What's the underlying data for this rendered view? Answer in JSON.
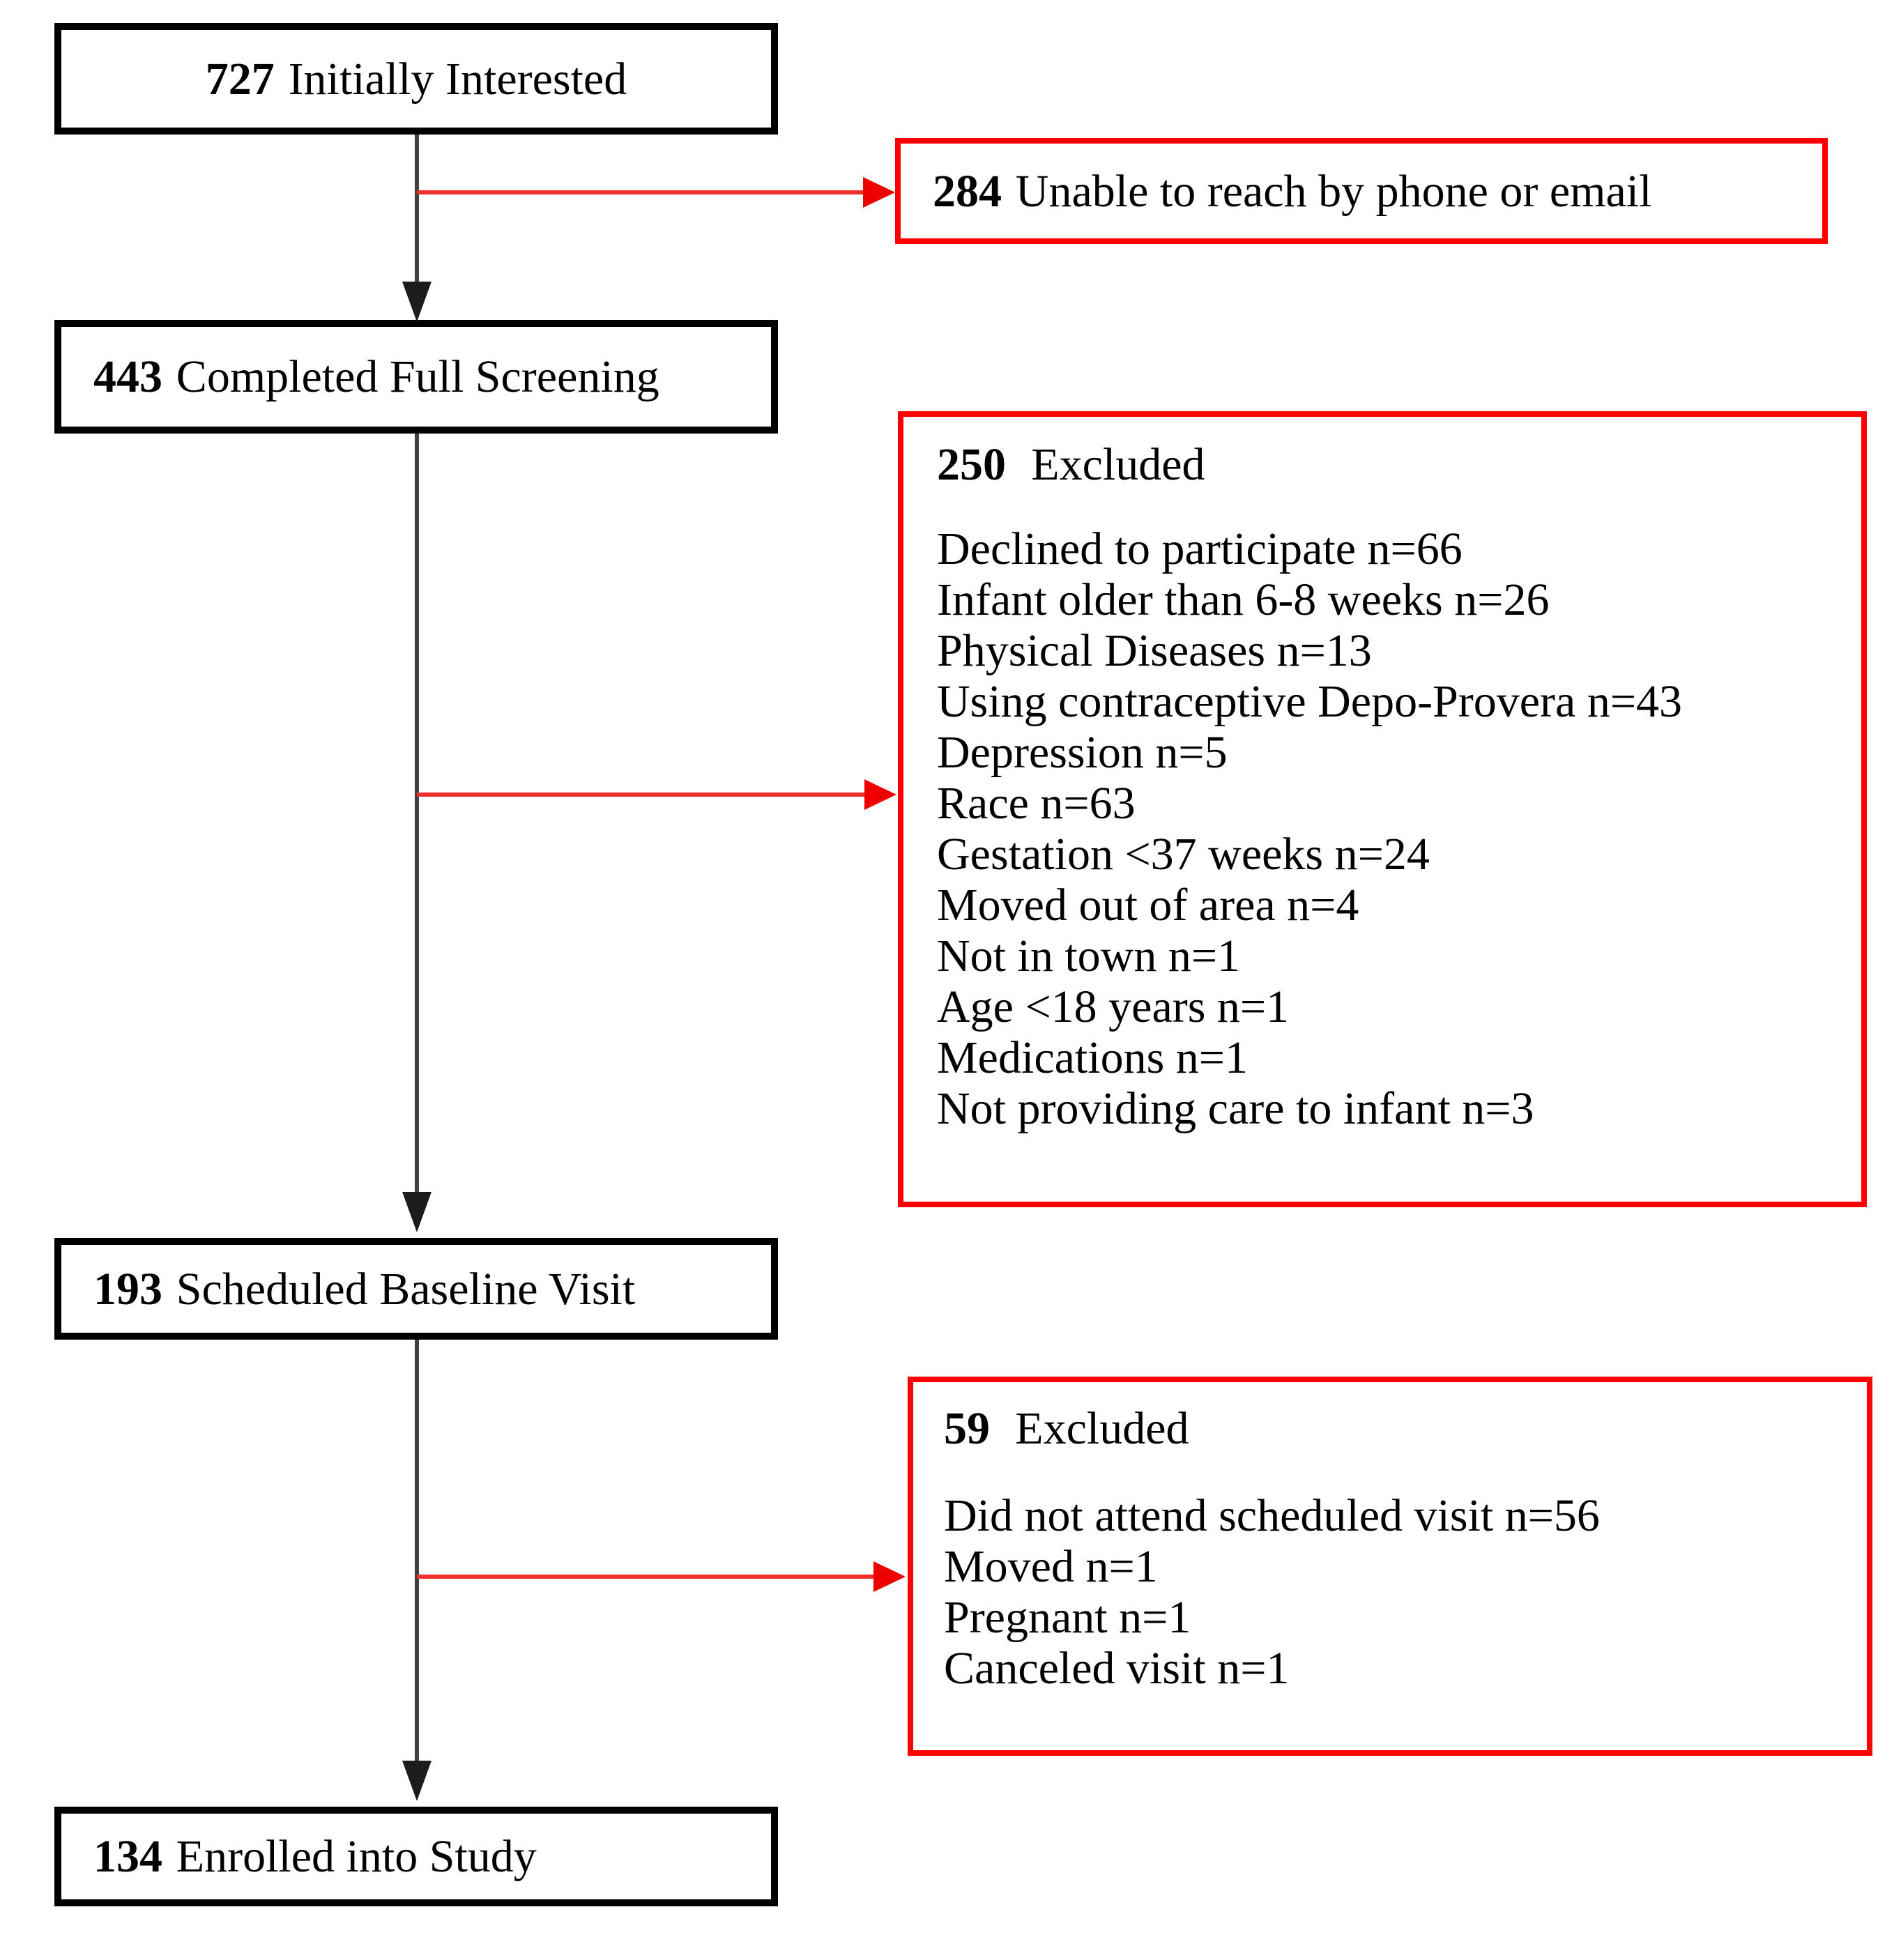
{
  "diagram": {
    "main_boxes": [
      {
        "count": "727",
        "label": "Initially Interested"
      },
      {
        "count": "443",
        "label": "Completed Full Screening"
      },
      {
        "count": "193",
        "label": "Scheduled Baseline Visit"
      },
      {
        "count": "134",
        "label": "Enrolled into Study"
      }
    ],
    "side_boxes": [
      {
        "count": "284",
        "title": "Unable to reach by phone or email",
        "items": []
      },
      {
        "count": "250",
        "title": "Excluded",
        "items": [
          "Declined to participate n=66",
          "Infant older than 6-8 weeks n=26",
          "Physical Diseases n=13",
          "Using contraceptive Depo-Provera n=43",
          "Depression n=5",
          "Race n=63",
          "Gestation <37 weeks n=24",
          "Moved out of area n=4",
          "Not in town n=1",
          "Age <18 years n=1",
          "Medications n=1",
          "Not providing care to infant n=3"
        ]
      },
      {
        "count": "59",
        "title": "Excluded",
        "items": [
          "Did not attend scheduled visit n=56",
          "Moved n=1",
          "Pregnant n=1",
          "Canceled visit n=1"
        ]
      }
    ],
    "colors": {
      "box_border_black": "#000000",
      "box_border_red": "#fd0000",
      "arrow_red": "#ee0000",
      "connector_gray": "#404040"
    }
  }
}
